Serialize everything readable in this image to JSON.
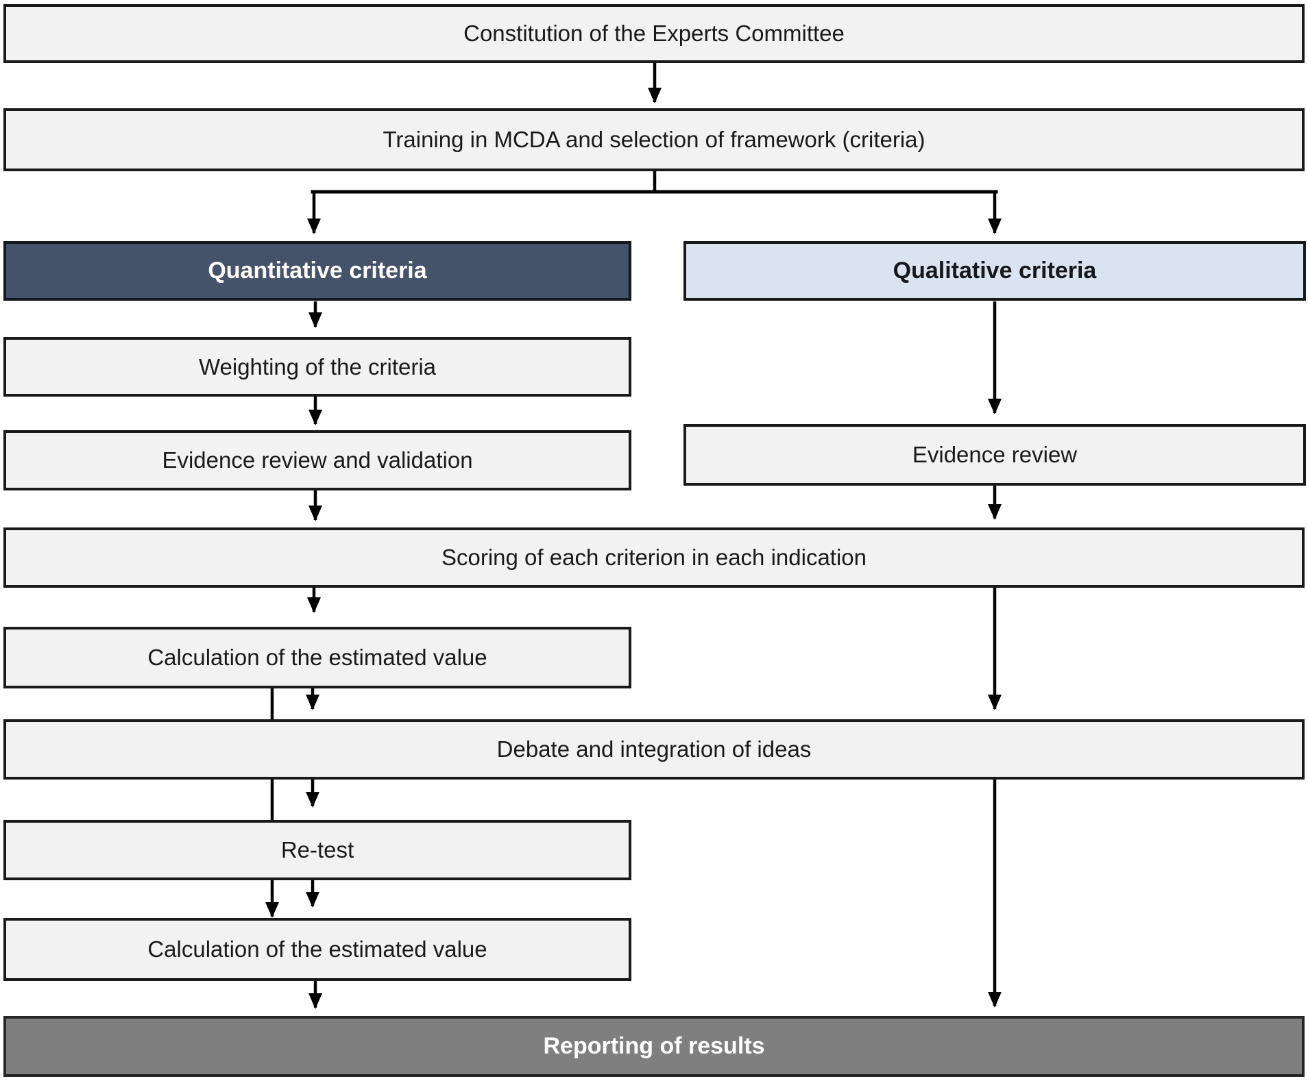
{
  "nodes": {
    "constitution": {
      "label": "Constitution of the Experts Committee"
    },
    "training": {
      "label": "Training in MCDA and selection of framework (criteria)"
    },
    "quantitative": {
      "label": "Quantitative criteria"
    },
    "qualitative": {
      "label": "Qualitative criteria"
    },
    "weighting": {
      "label": "Weighting of the criteria"
    },
    "evidence_validation": {
      "label": "Evidence review and validation"
    },
    "evidence_review": {
      "label": "Evidence review"
    },
    "scoring": {
      "label": "Scoring of each criterion in each indication"
    },
    "calculation_1": {
      "label": "Calculation of the estimated value"
    },
    "debate": {
      "label": "Debate and integration of ideas"
    },
    "retest": {
      "label": "Re-test"
    },
    "calculation_2": {
      "label": "Calculation of the estimated value"
    },
    "reporting": {
      "label": "Reporting of results"
    }
  },
  "colors": {
    "box_fill": "#f2f2f2",
    "box_border": "#1a1a1a",
    "quantitative_fill": "#44526a",
    "quantitative_text": "#ffffff",
    "qualitative_fill": "#dae3f0",
    "qualitative_text": "#15181d",
    "reporting_fill": "#7f7f7f",
    "reporting_text": "#ffffff",
    "connector": "#000000"
  }
}
